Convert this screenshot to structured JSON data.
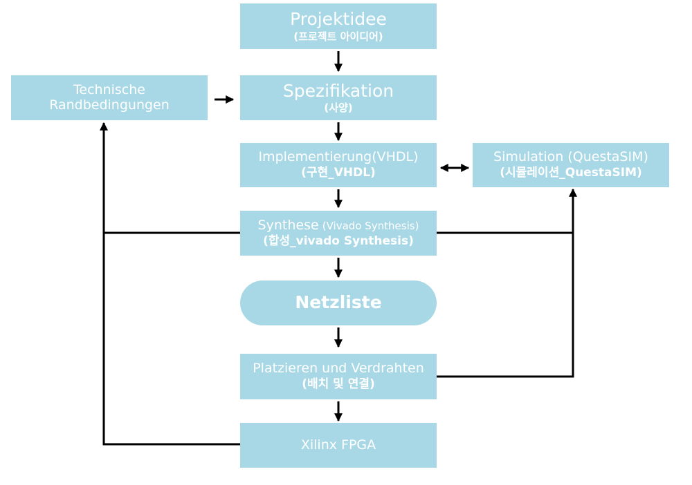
{
  "nodes": {
    "projektidee": {
      "title": "Projektidee",
      "subtitle": "(프로젝트 아이디어)"
    },
    "spezifikation": {
      "title": "Spezifikation",
      "subtitle": "(사양)"
    },
    "technische": {
      "line1": "Technische",
      "line2": "Randbedingungen"
    },
    "implementierung": {
      "title": "Implementierung(VHDL)",
      "subtitle": "(구현_VHDL)"
    },
    "simulation": {
      "title": "Simulation (QuestaSIM)",
      "subtitle": "(시뮬레이션_QuestaSIM)"
    },
    "synthese": {
      "title": "Synthese",
      "title_suffix": "(Vivado Synthesis)",
      "subtitle": "(합성_vivado Synthesis)"
    },
    "netzliste": {
      "title": "Netzliste"
    },
    "platzieren": {
      "title": "Platzieren und Verdrahten",
      "subtitle": "(배치 및 연결)"
    },
    "fpga": {
      "title": "Xilinx FPGA"
    }
  },
  "colors": {
    "node_fill": "#a8d8e6",
    "node_text": "#ffffff",
    "line": "#000000"
  }
}
